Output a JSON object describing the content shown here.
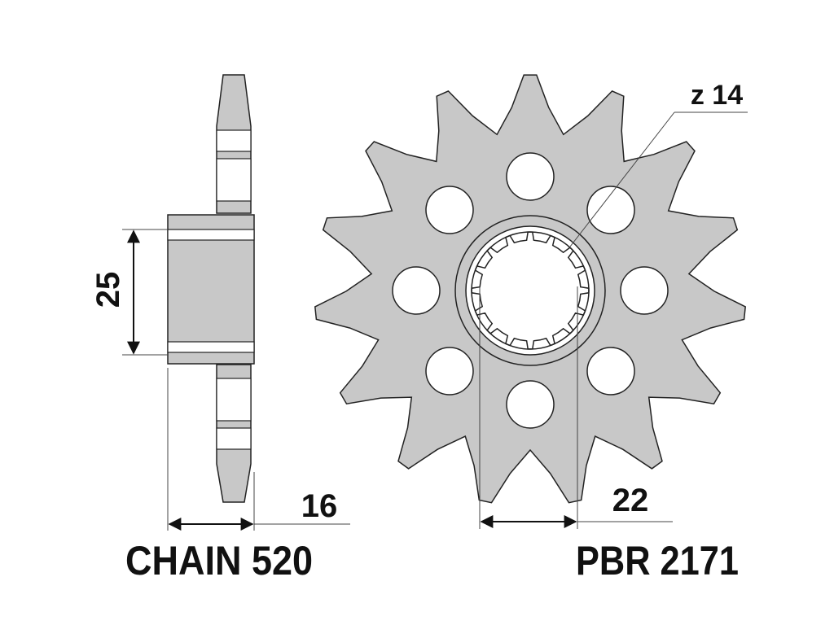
{
  "drawing": {
    "teeth_count_label": "z 14",
    "dimensions": {
      "hub_width": "25",
      "thickness": "16",
      "spline_diameter": "22"
    },
    "chain_label": "CHAIN 520",
    "part_number": "PBR 2171"
  },
  "colors": {
    "fill": "#c8c8c8",
    "stroke": "#222222",
    "background": "#ffffff"
  }
}
